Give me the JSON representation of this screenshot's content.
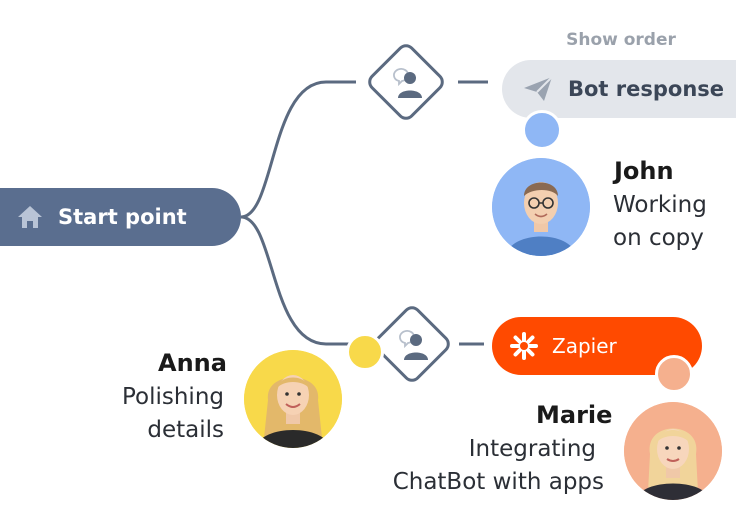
{
  "nodes": {
    "start": {
      "label": "Start point",
      "icon": "home-icon"
    },
    "bot_response": {
      "label": "Bot response",
      "caption": "Show order",
      "icon": "paper-plane-icon"
    },
    "zapier": {
      "label": "Zapier",
      "icon": "asterisk-icon"
    },
    "condition_top": {
      "icon": "user-chat-icon"
    },
    "condition_bottom": {
      "icon": "user-chat-icon"
    }
  },
  "people": [
    {
      "name": "John",
      "status_line1": "Working",
      "status_line2": "on copy",
      "color": "#8fb7f5"
    },
    {
      "name": "Anna",
      "status_line1": "Polishing",
      "status_line2": "details",
      "color": "#f8d94a"
    },
    {
      "name": "Marie",
      "status_line1": "Integrating",
      "status_line2": "ChatBot with apps",
      "color": "#f5b08e"
    }
  ],
  "colors": {
    "start": "#5a6e8f",
    "bot": "#e3e6eb",
    "zapier": "#ff4a00",
    "connector": "#5b6a80"
  }
}
